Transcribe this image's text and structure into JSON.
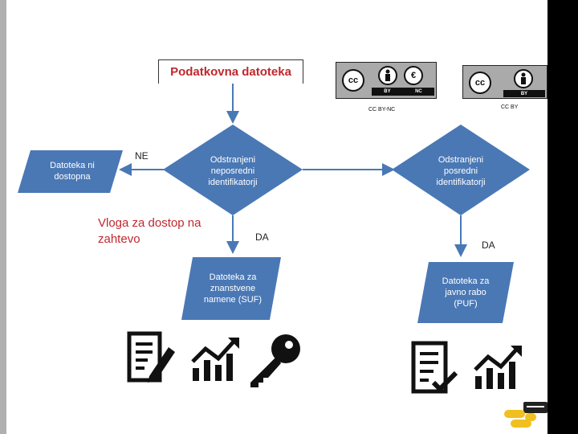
{
  "title": "Podatkovna datoteka",
  "nodes": {
    "not_available": "Datoteka ni\ndostopna",
    "remove_direct": "Odstranjeni\nneposredni\nidentifikatorji",
    "remove_indirect": "Odstranjeni\nposredni\nidentifikatorji",
    "suf": "Datoteka za\nznanstvene\nnamene (SUF)",
    "puf": "Datoteka za\njavno rabo\n(PUF)"
  },
  "labels": {
    "no": "NE",
    "yes_left": "DA",
    "yes_right": "DA",
    "request": "Vloga za dostop na\nzahtevo"
  },
  "licenses": [
    {
      "caption": "CC BY-NC",
      "strip": [
        "BY",
        "NC"
      ]
    },
    {
      "caption": "CC BY",
      "strip": [
        "BY"
      ]
    }
  ],
  "icons": {
    "left": [
      "document-edit-icon",
      "chart-growth-icon",
      "key-icon"
    ],
    "right": [
      "checklist-icon",
      "chart-growth-icon"
    ]
  },
  "colors": {
    "node_fill": "#4a78b5",
    "arrow": "#4a78b5",
    "title_text": "#c0282d",
    "request_text": "#c0282d"
  }
}
